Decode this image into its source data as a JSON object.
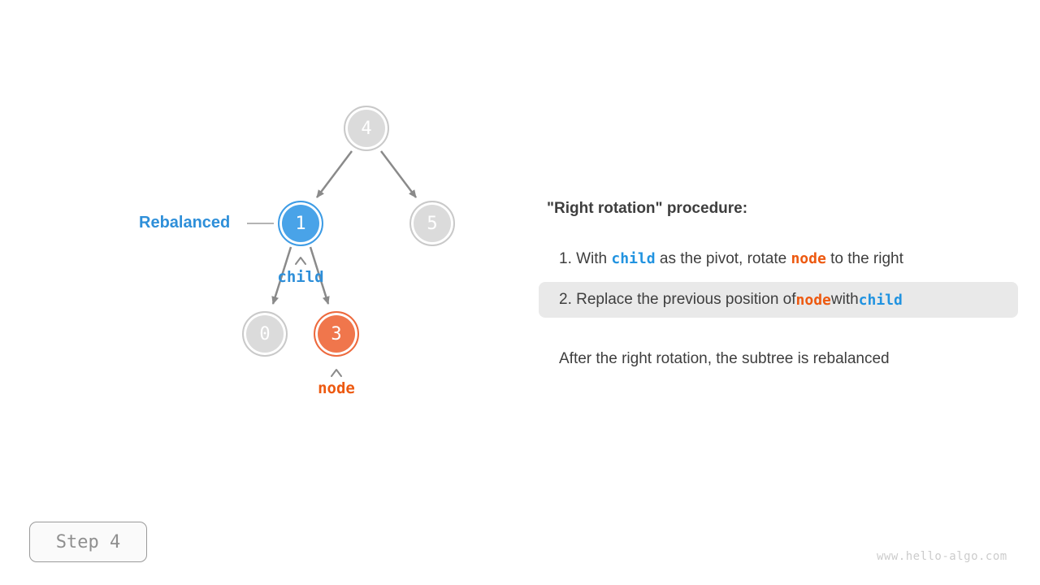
{
  "colors": {
    "node_blue_fill": "#49A3E8",
    "node_orange_fill": "#F0764C",
    "node_gray_fill": "#DBDBDB",
    "edge_gray": "#8A8A8A",
    "label_blue": "#2E8FD9",
    "code_blue": "#2193E0",
    "code_orange": "#ED5910",
    "text_dark": "#3E3E3E",
    "highlight_bg": "#E9E9E9"
  },
  "tree": {
    "nodes": [
      {
        "value": "4",
        "state": "default"
      },
      {
        "value": "1",
        "state": "highlight-blue"
      },
      {
        "value": "5",
        "state": "default"
      },
      {
        "value": "0",
        "state": "default"
      },
      {
        "value": "3",
        "state": "highlight-orange"
      }
    ],
    "annotations": {
      "rebalanced_label": "Rebalanced",
      "child_label": "child",
      "node_label": "node"
    }
  },
  "explanation": {
    "title": "\"Right rotation\" procedure:",
    "step1": {
      "pre": "1. With ",
      "code1": "child",
      "mid": " as the pivot, rotate ",
      "code2": "node",
      "post": " to the right"
    },
    "step2": {
      "pre": "2. Replace the previous position of ",
      "code1": "node",
      "mid": " with ",
      "code2": "child"
    },
    "note": "After the right rotation, the subtree is rebalanced"
  },
  "footer": {
    "step_button": "Step 4",
    "watermark": "www.hello-algo.com"
  }
}
